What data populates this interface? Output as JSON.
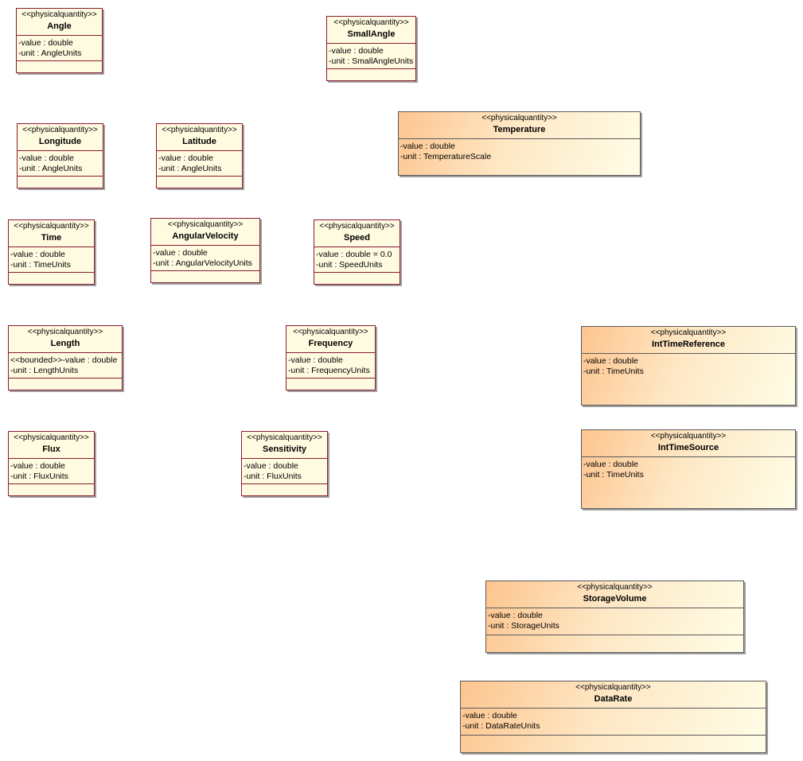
{
  "classes": {
    "angle": {
      "stereotype": "<<physicalquantity>>",
      "name": "Angle",
      "attrs": [
        "-value : double",
        "-unit : AngleUnits"
      ]
    },
    "small_angle": {
      "stereotype": "<<physicalquantity>>",
      "name": "SmallAngle",
      "attrs": [
        "-value : double",
        "-unit : SmallAngleUnits"
      ]
    },
    "temperature": {
      "stereotype": "<<physicalquantity>>",
      "name": "Temperature",
      "attrs": [
        "-value : double",
        "-unit : TemperatureScale"
      ]
    },
    "longitude": {
      "stereotype": "<<physicalquantity>>",
      "name": "Longitude",
      "attrs": [
        "-value : double",
        "-unit : AngleUnits"
      ]
    },
    "latitude": {
      "stereotype": "<<physicalquantity>>",
      "name": "Latitude",
      "attrs": [
        "-value : double",
        "-unit : AngleUnits"
      ]
    },
    "time": {
      "stereotype": "<<physicalquantity>>",
      "name": "Time",
      "attrs": [
        "-value : double",
        "-unit : TimeUnits"
      ]
    },
    "angular_velocity": {
      "stereotype": "<<physicalquantity>>",
      "name": "AngularVelocity",
      "attrs": [
        "-value : double",
        "-unit : AngularVelocityUnits"
      ]
    },
    "speed": {
      "stereotype": "<<physicalquantity>>",
      "name": "Speed",
      "attrs": [
        "-value : double = 0.0",
        "-unit : SpeedUnits"
      ]
    },
    "length": {
      "stereotype": "<<physicalquantity>>",
      "name": "Length",
      "attrs": [
        "<<bounded>>-value : double",
        "-unit : LengthUnits"
      ]
    },
    "frequency": {
      "stereotype": "<<physicalquantity>>",
      "name": "Frequency",
      "attrs": [
        "-value : double",
        "-unit : FrequencyUnits"
      ]
    },
    "int_time_reference": {
      "stereotype": "<<physicalquantity>>",
      "name": "IntTimeReference",
      "attrs": [
        "-value : double",
        "-unit : TimeUnits"
      ]
    },
    "flux": {
      "stereotype": "<<physicalquantity>>",
      "name": "Flux",
      "attrs": [
        "-value : double",
        "-unit : FluxUnits"
      ]
    },
    "sensitivity": {
      "stereotype": "<<physicalquantity>>",
      "name": "Sensitivity",
      "attrs": [
        "-value : double",
        "-unit : FluxUnits"
      ]
    },
    "int_time_source": {
      "stereotype": "<<physicalquantity>>",
      "name": "IntTimeSource",
      "attrs": [
        "-value : double",
        "-unit : TimeUnits"
      ]
    },
    "storage_volume": {
      "stereotype": "<<physicalquantity>>",
      "name": "StorageVolume",
      "attrs": [
        "-value : double",
        "-unit : StorageUnits"
      ]
    },
    "data_rate": {
      "stereotype": "<<physicalquantity>>",
      "name": "DataRate",
      "attrs": [
        "-value : double",
        "-unit : DataRateUnits"
      ]
    }
  }
}
